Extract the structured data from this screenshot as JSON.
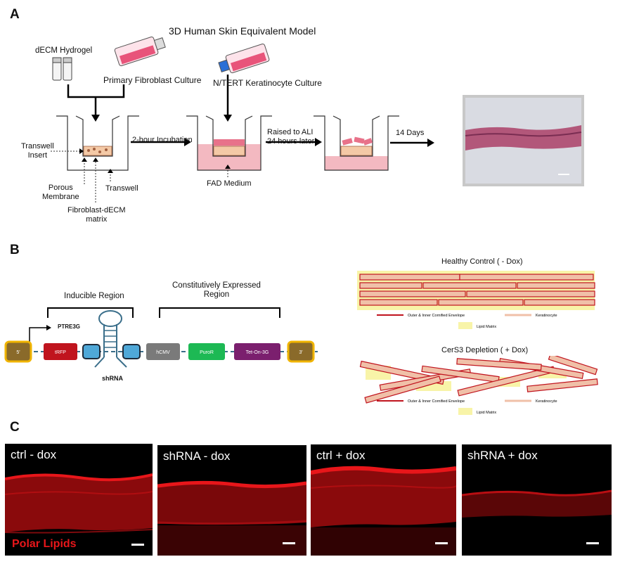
{
  "panel_a": {
    "letter": "A",
    "title": "3D Human Skin Equivalent Model",
    "labels": {
      "hydrogel": "dECM Hydrogel",
      "fibroblast_culture": "Primary Fibroblast Culture",
      "keratinocyte_culture": "N/TERT Keratinocyte Culture",
      "transwell_insert": "Transwell\nInsert",
      "porous_membrane": "Porous\nMembrane",
      "transwell": "Transwell",
      "matrix": "Fibroblast-dECM\nmatrix",
      "incubation": "2-hour Incubation",
      "fad_medium": "FAD Medium",
      "raised": "Raised to ALI\n24 hours later",
      "days": "14 Days"
    }
  },
  "panel_b": {
    "letter": "B",
    "inducible_region": "Inducible Region",
    "constitutive_region": "Constitutively Expressed\nRegion",
    "promoter": "PTRE3G",
    "shrna": "shRNA",
    "elements": {
      "five_prime": "5'",
      "trfp": "tRFP",
      "hcmv": "hCMV",
      "puro": "PuroR",
      "teton": "Tet-On-3G",
      "three_prime": "3'"
    },
    "healthy_title": "Healthy Control ( - Dox)",
    "depleted_title": "CerS3 Depletion ( + Dox)",
    "legend": {
      "envelope": "Outer & Inner Cornified Envelope",
      "keratinocyte": "Keratinocyte",
      "lipid": "Lipid Matrix"
    },
    "colors": {
      "envelope": "#c0141e",
      "keratinocyte": "#f0c0a8",
      "lipid": "#f8f4a8",
      "trfp": "#c0141e",
      "hcmv": "#7a7a7a",
      "puro": "#1db954",
      "teton": "#7b1f6e",
      "ltr": "#8a6a2a",
      "ltr_border": "#f0b400",
      "loop": "#4fa8d8"
    }
  },
  "panel_c": {
    "letter": "C",
    "images": [
      {
        "label": "ctrl - dox"
      },
      {
        "label": "shRNA - dox"
      },
      {
        "label": "ctrl + dox"
      },
      {
        "label": "shRNA + dox"
      }
    ],
    "stain_label": "Polar Lipids",
    "stain_color": "#e8161a"
  }
}
